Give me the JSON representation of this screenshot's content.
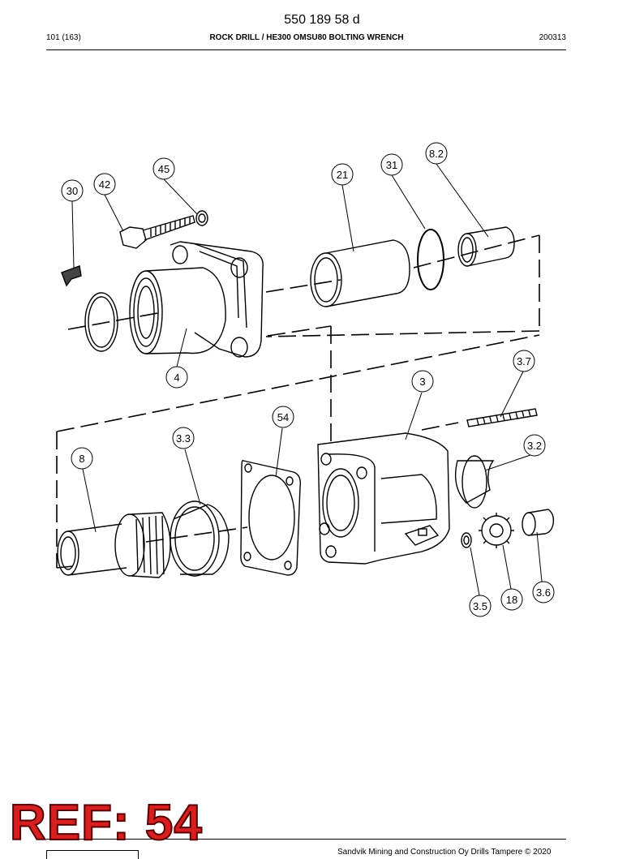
{
  "header": {
    "document_number": "550 189 58 d",
    "page": "101 (163)",
    "title": "ROCK DRILL / HE300 OMSU80 BOLTING WRENCH",
    "date_code": "200313"
  },
  "callouts": {
    "c30": "30",
    "c42": "42",
    "c45": "45",
    "c21": "21",
    "c31": "31",
    "c8_2": "8.2",
    "c4": "4",
    "c3": "3",
    "c3_7": "3.7",
    "c54": "54",
    "c3_3": "3.3",
    "c8": "8",
    "c3_2": "3.2",
    "c3_6": "3.6",
    "c18": "18",
    "c3_5": "3.5"
  },
  "stamp": {
    "ref_label": "REF: 54"
  },
  "footer": {
    "copyright": "Sandvik Mining and Construction Oy Drills Tampere © 2020"
  },
  "colors": {
    "stamp": "#d81f1f",
    "line": "#000000"
  }
}
